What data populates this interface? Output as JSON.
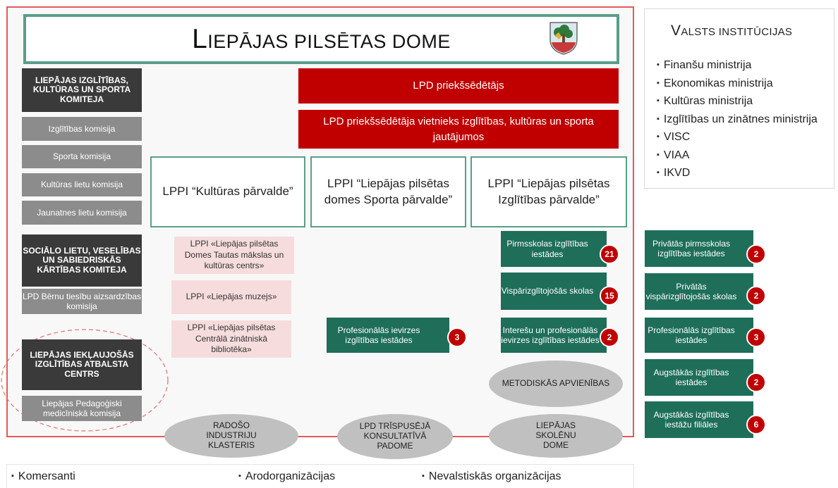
{
  "main": {
    "title_initial": "L",
    "title_rest": "IEPĀJAS PILSĒTAS DOME"
  },
  "state": {
    "title_initial": "V",
    "title_rest": "ALSTS INSTITŪCIJAS",
    "items": [
      "Finanšu ministrija",
      "Ekonomikas ministrija",
      "Kultūras ministrija",
      "Izglītības un zinātnes ministrija",
      "VISC",
      "VIAA",
      "IKVD"
    ]
  },
  "left": {
    "committee1": "LIEPĀJAS IZGLĪTĪBAS, KULTŪRAS UN SPORTA KOMITEJA",
    "commissions1": [
      "Izglītības komisija",
      "Sporta komisija",
      "Kultūras lietu komisija",
      "Jaunatnes lietu komisija"
    ],
    "committee2": "SOCIĀLO LIETU, VESELĪBAS UN SABIEDRISKĀS KĀRTĪBAS KOMITEJA",
    "childrens_rights": "LPD Bērnu tiesību aizsardzības komisija",
    "inclusive_centre": "LIEPĀJAS IEKĻAUJOŠĀS IZGLĪTĪBAS ATBALSTA CENTRS",
    "medical_commission": "Liepājas Pedagoģiski medicīniskā komisija"
  },
  "leaders": {
    "chair": "LPD priekšsēdētājs",
    "deputy": "LPD priekšsēdētāja vietnieks izglītības, kultūras un sporta jautājumos"
  },
  "departments": {
    "culture": "LPPI “Kultūras pārvalde”",
    "sport": "LPPI “Liepājas pilsētas domes Sporta pārvalde”",
    "education": "LPPI “Liepājas pilsētas Izglītības pārvalde”"
  },
  "culture_units": [
    "LPPI «Liepājas pilsētas Domes Tautas mākslas un kultūras centrs»",
    "LPPI «Liepājas muzejs»",
    "LPPI «Liepājas pilsētas Centrālā zinātniskā bibliotēka»"
  ],
  "sport_units": [
    {
      "label": "Profesionālās ievirzes izglītības iestādes",
      "count": "3"
    }
  ],
  "education_units": [
    {
      "label": "Pirmsskolas izglītības iestādes",
      "count": "21"
    },
    {
      "label": "Vispārizglītojošās skolas",
      "count": "15"
    },
    {
      "label": "Interešu un profesionālās ievirzes izglītības iestādes",
      "count": "2"
    }
  ],
  "private_units": [
    {
      "label": "Privātās pirmsskolas izglītības iestādes",
      "count": "2"
    },
    {
      "label": "Privātās vispārizglītojošās skolas",
      "count": "2"
    },
    {
      "label": "Profesionālās izglītības iestādes",
      "count": "3"
    },
    {
      "label": "Augstākās izglītības iestādes",
      "count": "2"
    },
    {
      "label": "Augstākās izglītības iestāžu filiāles",
      "count": "6"
    }
  ],
  "councils": {
    "methodological": "METODISKĀS APVIENĪBAS",
    "creative": "RADOŠO INDUSTRIJU KLASTERIS",
    "tripartite": "LPD TRĪSPUSĒJĀ KONSULTATĪVĀ PADOME",
    "students": "LIEPĀJAS SKOLĒNU DOME"
  },
  "bottom": {
    "items": [
      "Komersanti",
      "Arodorganizācijas",
      "Nevalstiskās organizācijas"
    ]
  }
}
